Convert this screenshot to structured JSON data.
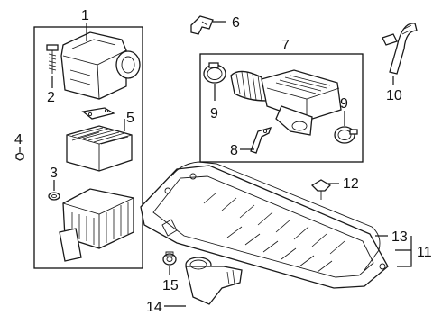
{
  "callouts": {
    "c1": "1",
    "c2": "2",
    "c3": "3",
    "c4": "4",
    "c5": "5",
    "c6": "6",
    "c7": "7",
    "c8": "8",
    "c9a": "9",
    "c9b": "9",
    "c10": "10",
    "c11": "11",
    "c12": "12",
    "c13": "13",
    "c14": "14",
    "c15": "15"
  }
}
